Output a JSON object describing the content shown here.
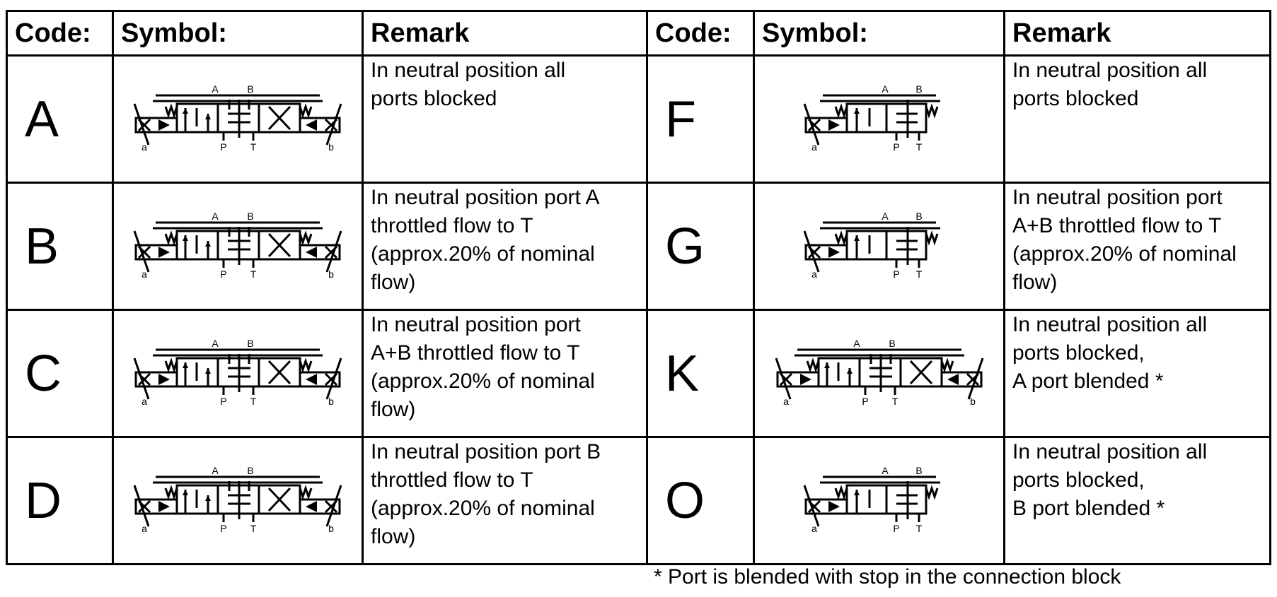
{
  "headers": {
    "code": "Code:",
    "symbol": "Symbol:",
    "remark": "Remark"
  },
  "rows": [
    {
      "left": {
        "code": "A",
        "remark": "In neutral position all\nports blocked",
        "symbol_icon": "4-3-directional-valve-symbol-double-solenoid",
        "ports": {
          "a": "A",
          "b": "B",
          "p": "P",
          "t": "T",
          "sol_a": "a",
          "sol_b": "b"
        }
      },
      "right": {
        "code": "F",
        "remark": "In neutral position all\nports blocked",
        "symbol_icon": "4-2-directional-valve-symbol-single-solenoid",
        "ports": {
          "a": "A",
          "b": "B",
          "p": "P",
          "t": "T",
          "sol_a": "a"
        }
      }
    },
    {
      "left": {
        "code": "B",
        "remark": "In neutral position port A\nthrottled flow to T\n(approx.20% of nominal\nflow)",
        "symbol_icon": "4-3-directional-valve-symbol-double-solenoid",
        "ports": {
          "a": "A",
          "b": "B",
          "p": "P",
          "t": "T",
          "sol_a": "a",
          "sol_b": "b"
        }
      },
      "right": {
        "code": "G",
        "remark": "In neutral position port\nA+B throttled flow to T\n(approx.20% of nominal\nflow)",
        "symbol_icon": "4-2-directional-valve-symbol-single-solenoid",
        "ports": {
          "a": "A",
          "b": "B",
          "p": "P",
          "t": "T",
          "sol_a": "a"
        }
      }
    },
    {
      "left": {
        "code": "C",
        "remark": "In neutral position port\nA+B throttled flow to T\n(approx.20% of nominal\nflow)",
        "symbol_icon": "4-3-directional-valve-symbol-double-solenoid",
        "ports": {
          "a": "A",
          "b": "B",
          "p": "P",
          "t": "T",
          "sol_a": "a",
          "sol_b": "b"
        }
      },
      "right": {
        "code": "K",
        "remark": "In neutral position all\nports blocked,\nA port blended *",
        "symbol_icon": "4-3-directional-valve-symbol-double-solenoid",
        "ports": {
          "a": "A",
          "b": "B",
          "p": "P",
          "t": "T",
          "sol_a": "a",
          "sol_b": "b"
        }
      }
    },
    {
      "left": {
        "code": "D",
        "remark": "In neutral position port B\nthrottled flow to T\n(approx.20% of nominal\nflow)",
        "symbol_icon": "4-3-directional-valve-symbol-double-solenoid",
        "ports": {
          "a": "A",
          "b": "B",
          "p": "P",
          "t": "T",
          "sol_a": "a",
          "sol_b": "b"
        }
      },
      "right": {
        "code": "O",
        "remark": "In neutral position all\nports blocked,\nB port blended *",
        "symbol_icon": "4-2-directional-valve-symbol-single-solenoid",
        "ports": {
          "a": "A",
          "b": "B",
          "p": "P",
          "t": "T",
          "sol_a": "a"
        }
      }
    }
  ],
  "footnote": "* Port is blended with stop in the connection block"
}
